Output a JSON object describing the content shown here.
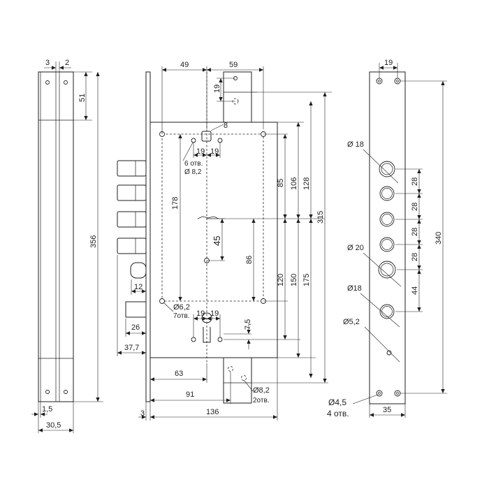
{
  "left_view": {
    "d_3": "3",
    "d_2": "2",
    "d_51": "51",
    "d_356": "356",
    "d_1_5": "1,5",
    "d_30_5": "30,5"
  },
  "center_view": {
    "d_49": "49",
    "d_59": "59",
    "d_19_top": "19",
    "d_8": "8",
    "d_19_a": "19",
    "d_19_b": "19",
    "holes_6": "6 отв.",
    "dia_8_2_top": "Ø 8,2",
    "d_178": "178",
    "d_85": "85",
    "d_106": "106",
    "d_128": "128",
    "d_315": "315",
    "d_45": "45",
    "d_86": "86",
    "d_120": "120",
    "d_150": "150",
    "d_175": "175",
    "d_12": "12",
    "dia_6_2": "Ø6,2",
    "holes_7": "7отв.",
    "d_19_c": "19",
    "d_19_d": "19",
    "d_7_5": "7,5",
    "d_26": "26",
    "d_37_7": "37,7",
    "d_63": "63",
    "d_91": "91",
    "dia_8_2_bot": "Ø8,2",
    "holes_2": "2отв.",
    "d_3": "3",
    "d_136": "136"
  },
  "right_view": {
    "d_19": "19",
    "dia_18_a": "Ø 18",
    "dia_20": "Ø 20",
    "dia_18_b": "Ø18",
    "dia_5_2": "Ø5,2",
    "d_28_a": "28",
    "d_28_b": "28",
    "d_28_c": "28",
    "d_28_d": "28",
    "d_44": "44",
    "d_340": "340",
    "dia_4_5": "Ø4,5",
    "holes_4": "4 отв.",
    "d_35": "35"
  }
}
